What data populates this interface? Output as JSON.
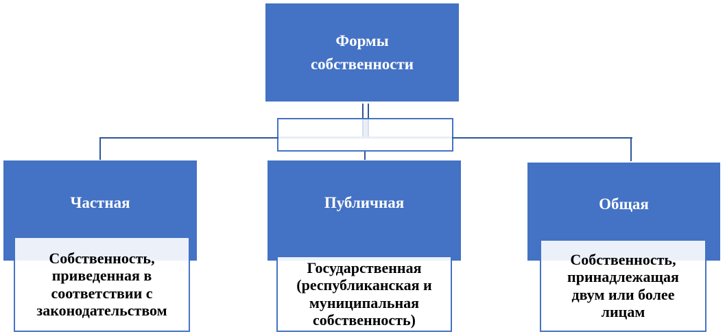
{
  "root": {
    "label": "Формы\nсобственности"
  },
  "categories": [
    {
      "label": "Частная",
      "description": "Собственность,\nприведенная в\nсоответствии с\nзаконодательством"
    },
    {
      "label": "Публичная",
      "description": "Государственная\n(республиканская и\nмуниципальная\nсобственность)"
    },
    {
      "label": "Общая",
      "description": "Собственность,\nпринадлежащая\nдвум или более\nлицам"
    }
  ],
  "colors": {
    "box": "#4472c4",
    "line": "#2f5597"
  }
}
